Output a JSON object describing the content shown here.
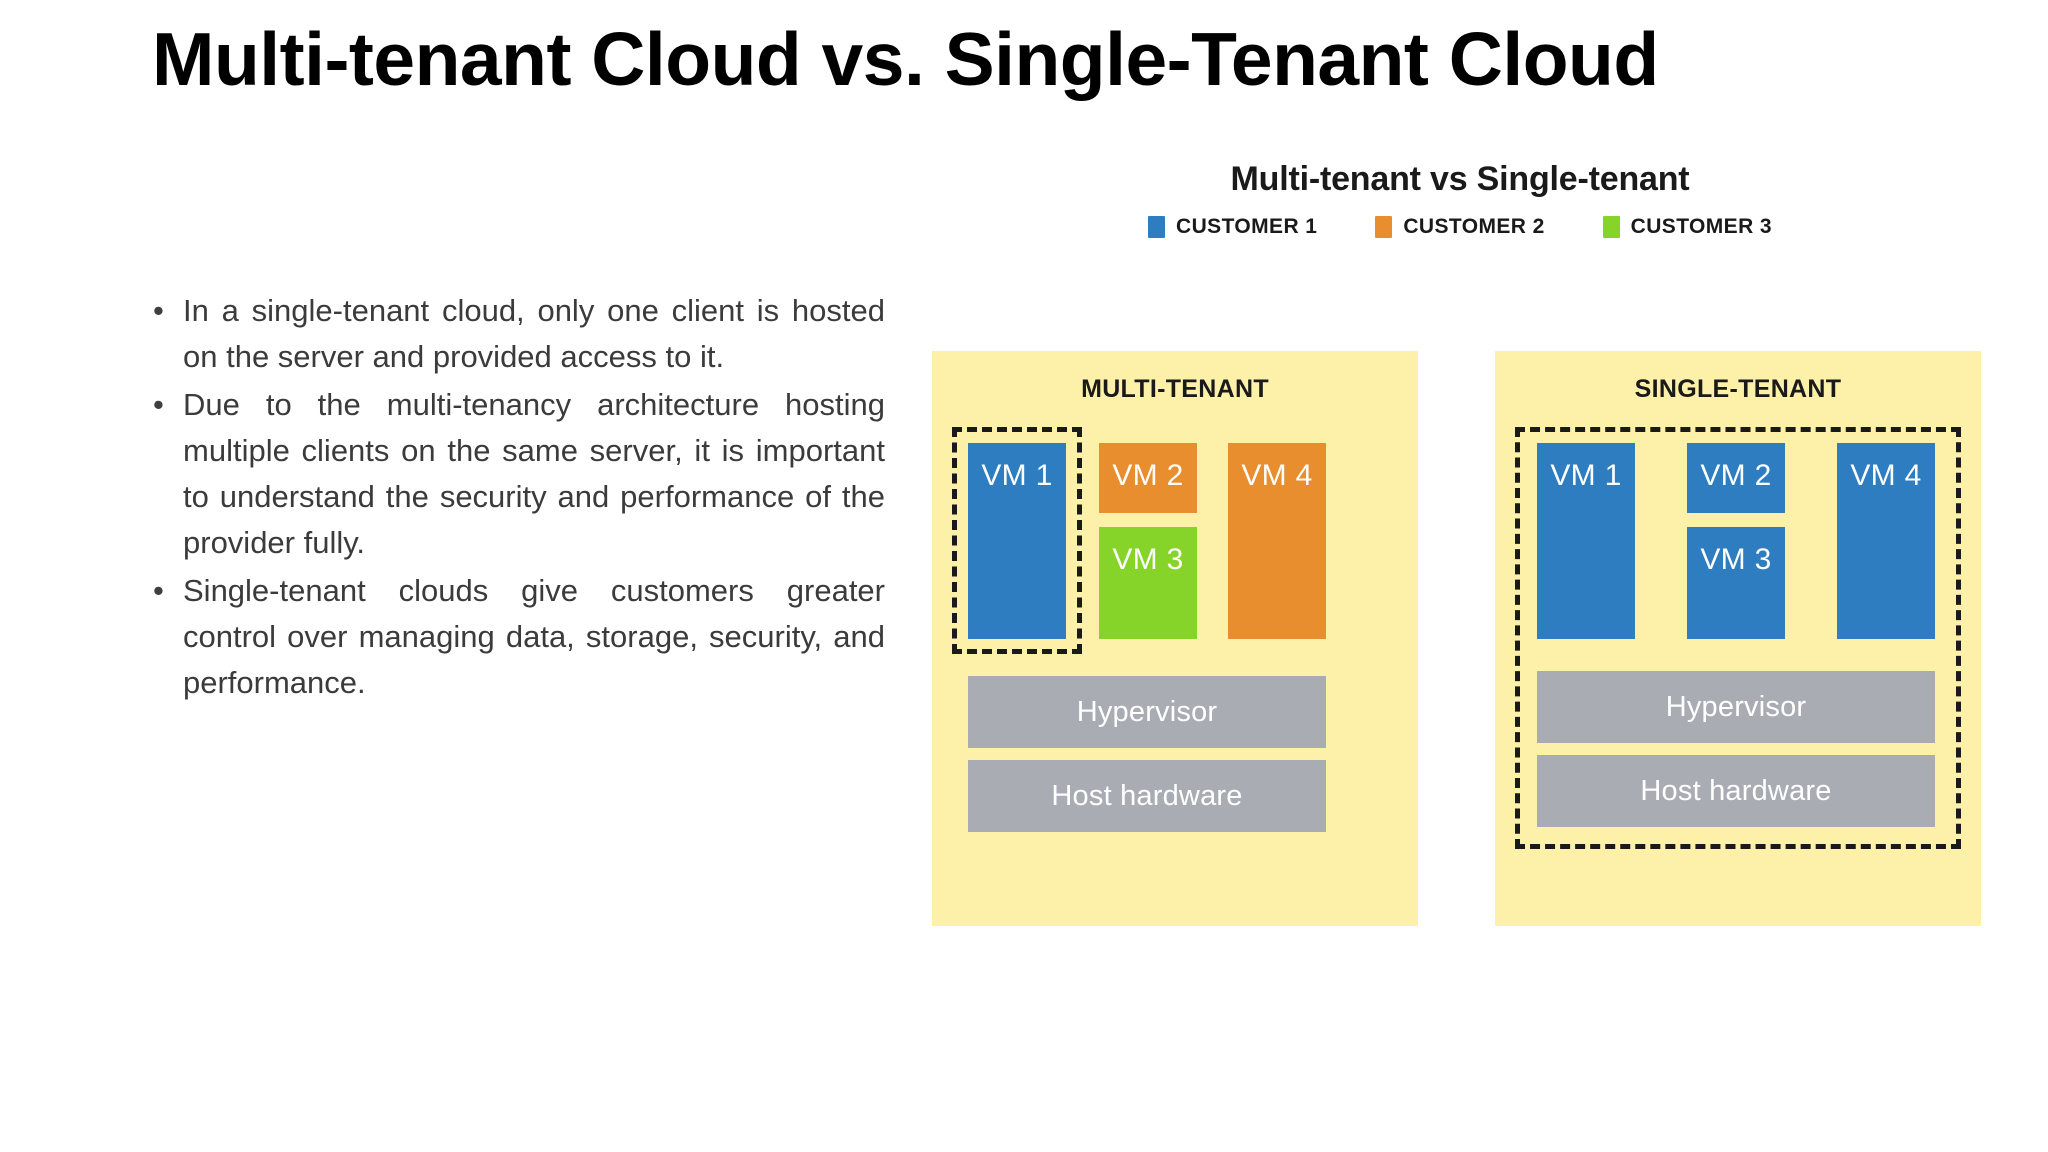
{
  "slide": {
    "title": "Multi-tenant Cloud vs. Single-Tenant Cloud",
    "bullet_marker": "•",
    "bullets": [
      "In a single-tenant cloud, only one client is hosted on the server and provided access to it.",
      "Due to the multi-tenancy architecture hosting multiple clients on the same server, it is important to understand the security and performance of the provider fully.",
      "Single-tenant clouds give customers greater control over managing data, storage, security, and performance."
    ]
  },
  "diagram": {
    "title": "Multi-tenant vs Single-tenant",
    "legend": [
      {
        "label": "CUSTOMER 1",
        "color": "#2e7dc0"
      },
      {
        "label": "CUSTOMER 2",
        "color": "#e88e2e"
      },
      {
        "label": "CUSTOMER 3",
        "color": "#86d32a"
      }
    ],
    "colors": {
      "panel_background": "#fdf0a8",
      "stack_bar": "#a9acb3",
      "customer1_blue": "#2e7dc0",
      "customer2_orange": "#e88e2e",
      "customer3_green": "#86d32a",
      "dashed_outline": "#1a1a1a"
    },
    "panels": [
      {
        "heading": "MULTI-TENANT",
        "vms": [
          {
            "label": "VM 1",
            "color": "#2e7dc0"
          },
          {
            "label": "VM 2",
            "color": "#e88e2e"
          },
          {
            "label": "VM 3",
            "color": "#86d32a"
          },
          {
            "label": "VM 4",
            "color": "#e88e2e"
          }
        ],
        "stack": [
          {
            "label": "Hypervisor"
          },
          {
            "label": "Host hardware"
          }
        ],
        "isolation_scope": "vm-1-only"
      },
      {
        "heading": "SINGLE-TENANT",
        "vms": [
          {
            "label": "VM 1",
            "color": "#2e7dc0"
          },
          {
            "label": "VM 2",
            "color": "#2e7dc0"
          },
          {
            "label": "VM 3",
            "color": "#2e7dc0"
          },
          {
            "label": "VM 4",
            "color": "#2e7dc0"
          }
        ],
        "stack": [
          {
            "label": "Hypervisor"
          },
          {
            "label": "Host hardware"
          }
        ],
        "isolation_scope": "whole-panel"
      }
    ]
  }
}
